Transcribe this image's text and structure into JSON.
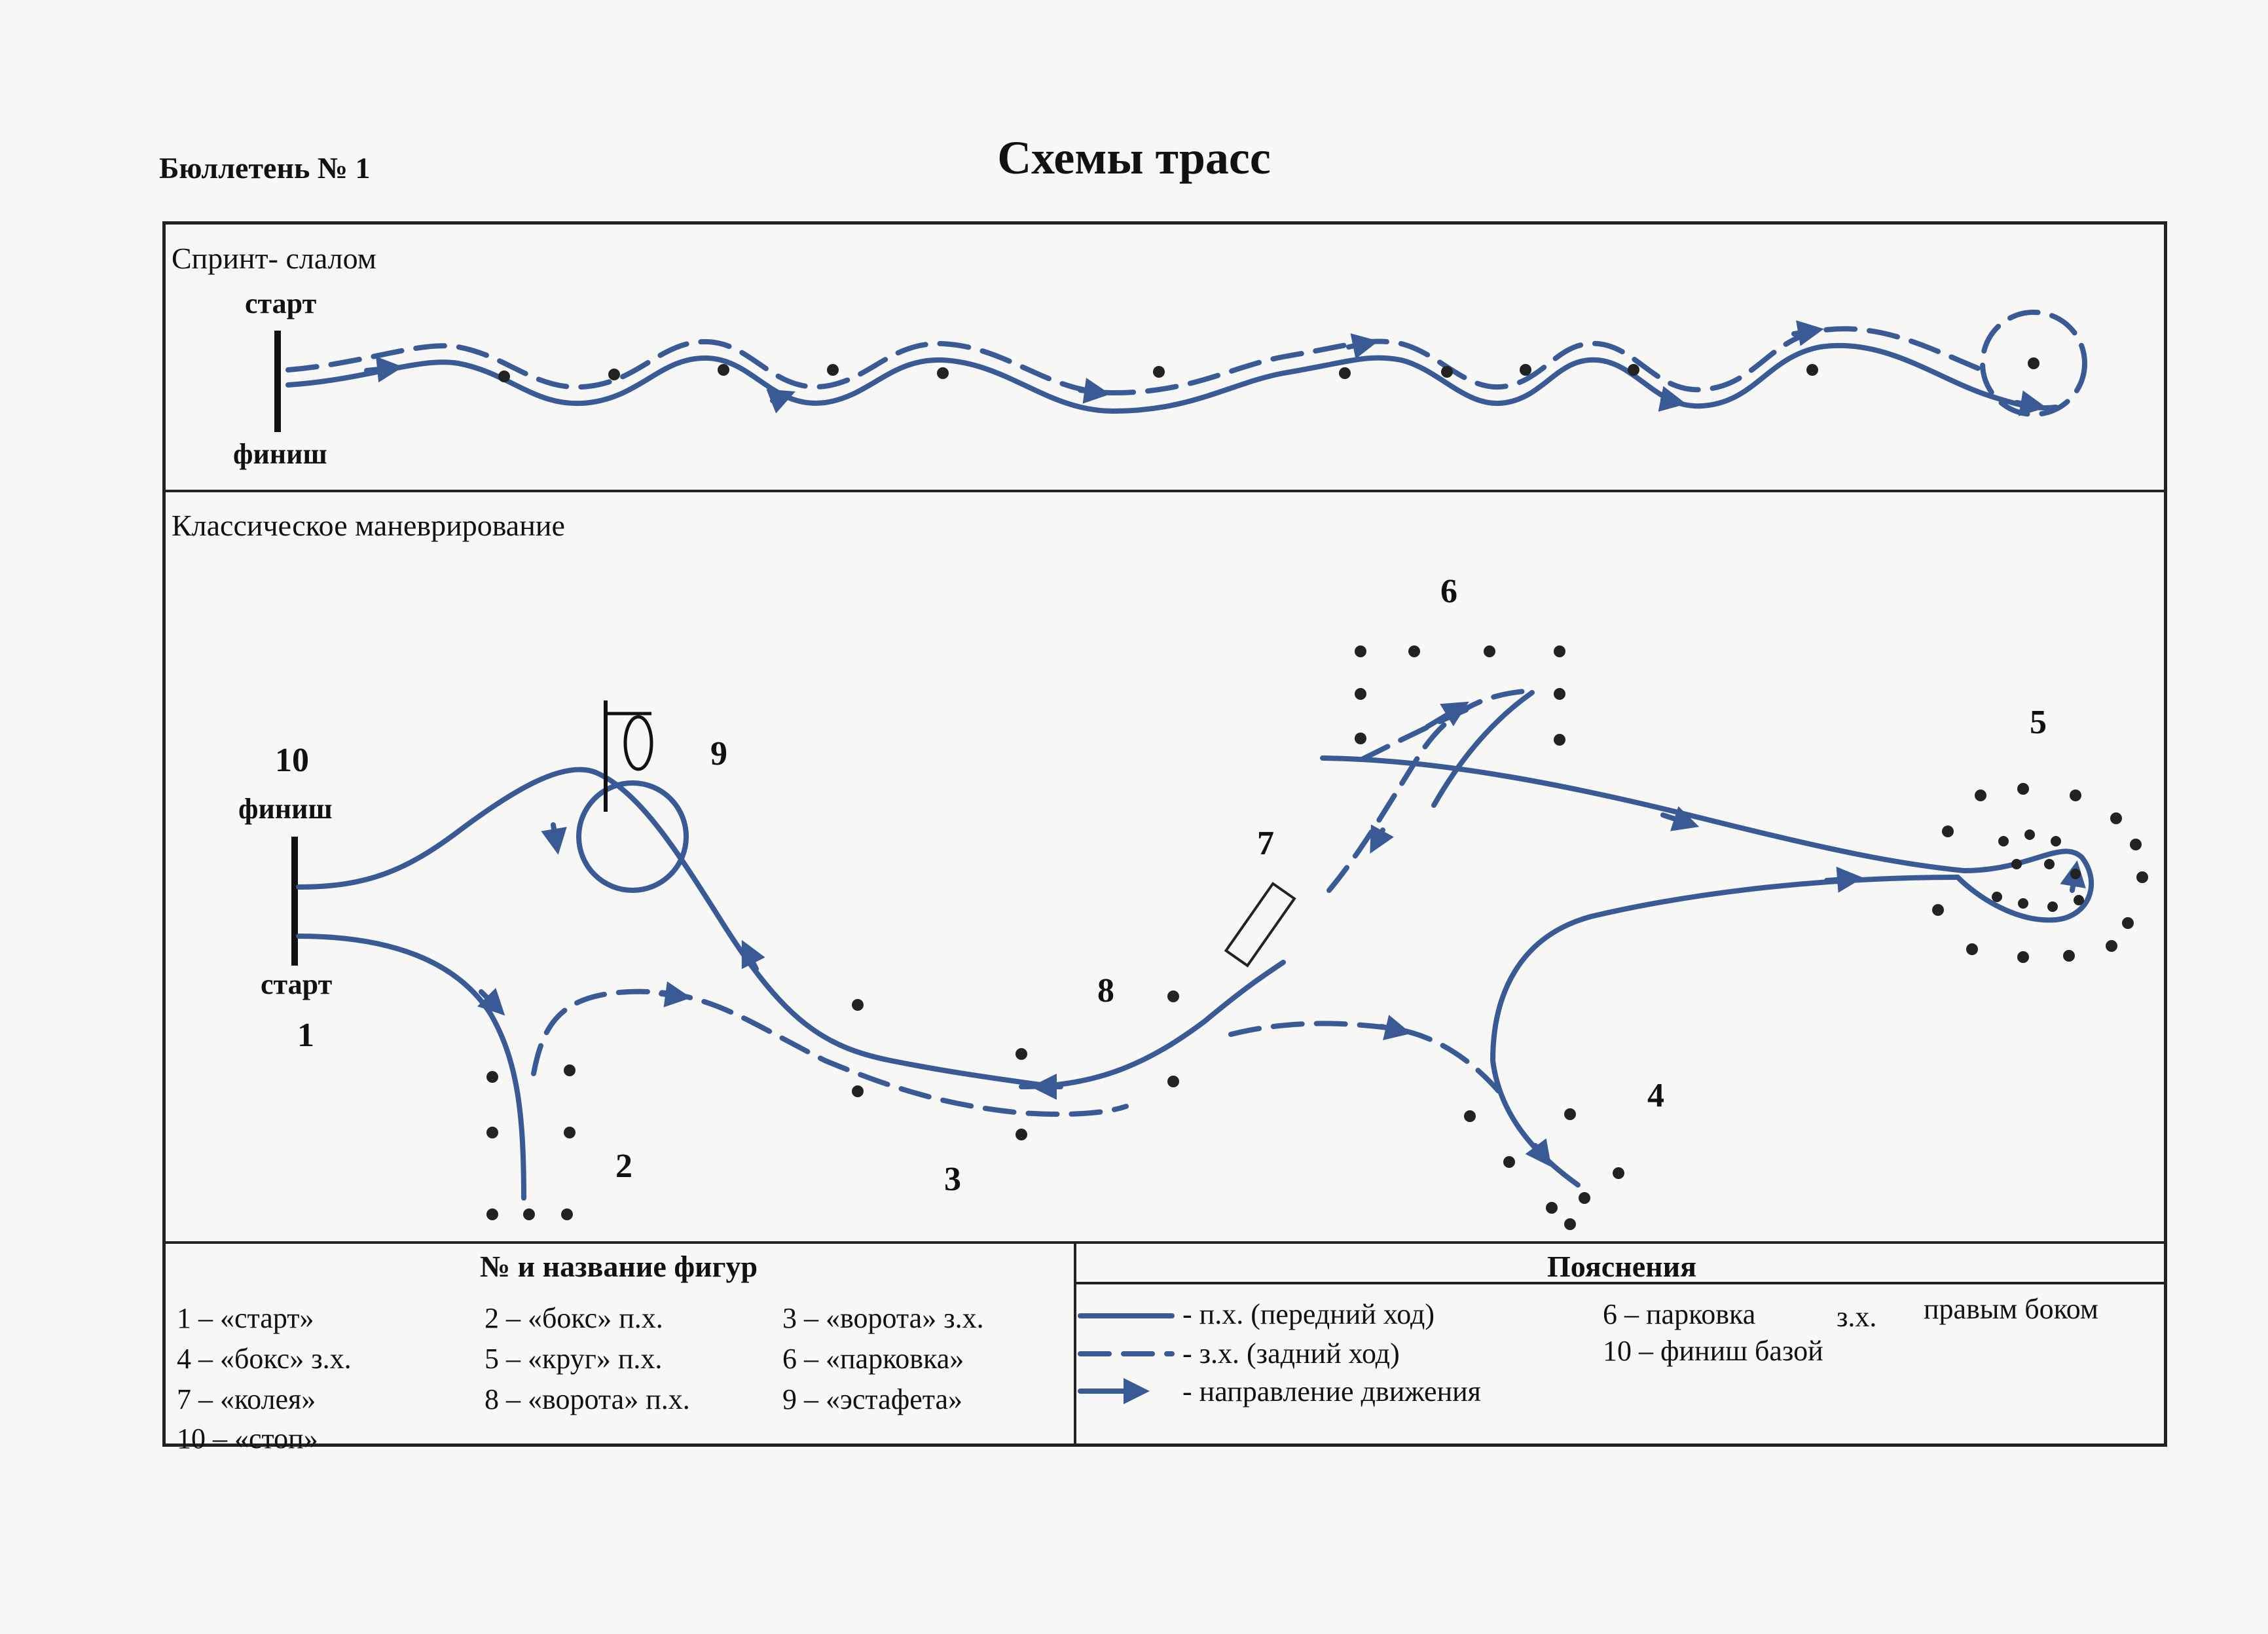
{
  "header": {
    "bulletin": "Бюллетень № 1",
    "title": "Схемы трасс"
  },
  "sprint": {
    "title": "Спринт- слалом",
    "start_label": "старт",
    "finish_label": "финиш"
  },
  "classic": {
    "title": "Классическое маневрирование",
    "labels": {
      "n1": "1",
      "n2": "2",
      "n3": "3",
      "n4": "4",
      "n5": "5",
      "n6": "6",
      "n7": "7",
      "n8": "8",
      "n9": "9",
      "n10": "10",
      "finish": "финиш",
      "start": "старт"
    }
  },
  "figures": {
    "header": "№ и название фигур",
    "items": [
      "1 – «старт»",
      "2 – «бокс» п.х.",
      "3 – «ворота» з.х.",
      "4 – «бокс» з.х.",
      "5 – «круг» п.х.",
      "6 – «парковка»",
      "7 – «колея»",
      "8 – «ворота» п.х.",
      "9 – «эстафета»",
      "10 – «стоп»"
    ]
  },
  "explanations": {
    "header": "Пояснения",
    "forward": "- п.х. (передний ход)",
    "reverse": "- з.х. (задний ход)",
    "direction": "- направление движения",
    "parking": "6 – парковка",
    "parking_zx": "з.х.",
    "parking_side": "правым боком",
    "finish_base": "10 – финиш базой"
  },
  "colors": {
    "track": "#3a5a95",
    "frame": "#222222"
  }
}
